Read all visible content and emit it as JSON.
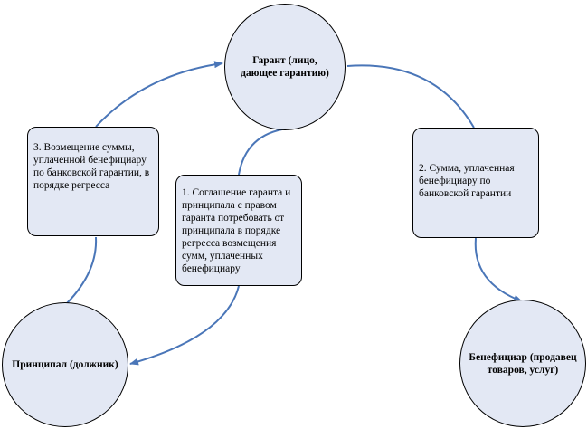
{
  "nodes": {
    "guarantor": "Гарант (лицо, дающее гарантию)",
    "principal": "Принципал (должник)",
    "beneficiary": "Бенефициар (продавец товаров, услуг)"
  },
  "boxes": {
    "reimbursement": "3. Возмещение суммы, уплаченной бенефициару по банковской гарантии, в порядке регресса",
    "agreement": "1. Соглашение гаранта и принципала с правом гаранта потребовать от принципала в порядке регресса возмещения сумм, уплаченных бенефициару",
    "payment": "2. Сумма, уплаченная бенефициару по банковской гарантии"
  },
  "colors": {
    "fill": "#e3e8f4",
    "connector": "#4a76b8",
    "outline": "#000000"
  }
}
